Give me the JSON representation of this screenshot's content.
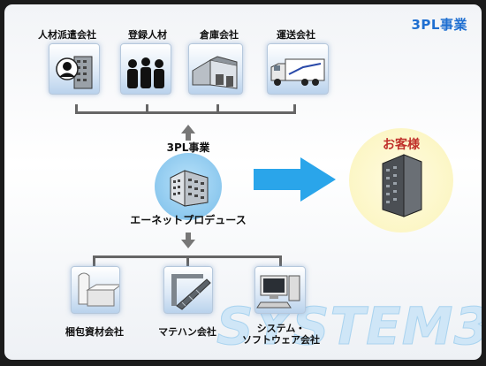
{
  "title": "3PL事業",
  "watermark": "SYSTEM3",
  "center": {
    "label_top": "3PL事業",
    "label_bottom": "エーネットプロデュース"
  },
  "customer": {
    "label": "お客様"
  },
  "top_partners": [
    {
      "label": "人材派遣会社",
      "icon": "staffing-icon"
    },
    {
      "label": "登録人材",
      "icon": "registered-people-icon"
    },
    {
      "label": "倉庫会社",
      "icon": "warehouse-icon"
    },
    {
      "label": "運送会社",
      "icon": "truck-icon"
    }
  ],
  "bottom_partners": [
    {
      "label": "梱包資材会社",
      "icon": "packaging-material-icon"
    },
    {
      "label": "マテハン会社",
      "icon": "material-handling-icon"
    },
    {
      "label": "システム・\nソフトウェア会社",
      "icon": "computer-icon"
    }
  ],
  "colors": {
    "accent": "#1f6fd1",
    "arrow": "#2aa5ea",
    "center_disc": "#8cc8ee",
    "customer_disc": "#fcf6c4",
    "connector": "#666666"
  }
}
